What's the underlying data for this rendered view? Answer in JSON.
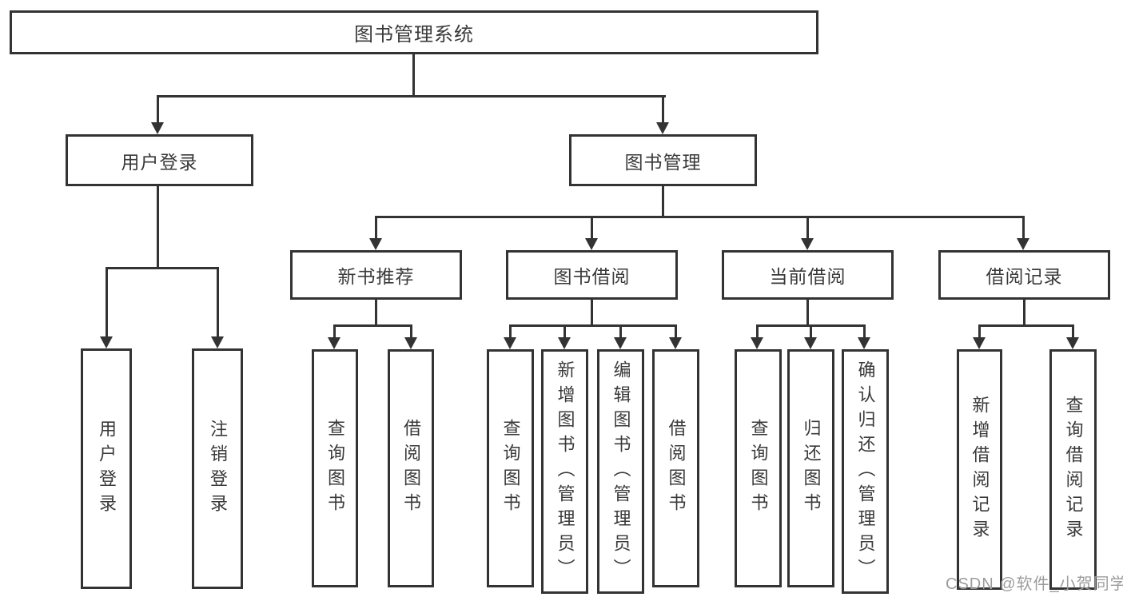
{
  "diagram_title": "图书管理系统",
  "nodes": {
    "root": "图书管理系统",
    "user_login": "用户登录",
    "book_mgmt": "图书管理",
    "new_books": "新书推荐",
    "book_borrow": "图书借阅",
    "current_borrow": "当前借阅",
    "borrow_records": "借阅记录",
    "leaf_user_login": "用户登录",
    "leaf_logout": "注销登录",
    "leaf_nb_query": "查询图书",
    "leaf_nb_borrow": "借阅图书",
    "leaf_bb_query": "查询图书",
    "leaf_bb_add": "新增图书（管理员）",
    "leaf_bb_edit": "编辑图书（管理员）",
    "leaf_bb_borrow": "借阅图书",
    "leaf_cb_query": "查询图书",
    "leaf_cb_return": "归还图书",
    "leaf_cb_confirm": "确认归还（管理员）",
    "leaf_br_add": "新增借阅记录",
    "leaf_br_query": "查询借阅记录"
  },
  "hierarchy": {
    "图书管理系统": {
      "用户登录": [
        "用户登录",
        "注销登录"
      ],
      "图书管理": {
        "新书推荐": [
          "查询图书",
          "借阅图书"
        ],
        "图书借阅": [
          "查询图书",
          "新增图书（管理员）",
          "编辑图书（管理员）",
          "借阅图书"
        ],
        "当前借阅": [
          "查询图书",
          "归还图书",
          "确认归还（管理员）"
        ],
        "借阅记录": [
          "新增借阅记录",
          "查询借阅记录"
        ]
      }
    }
  },
  "watermark": "CSDN @软件_小贺同学",
  "colors": {
    "line": "#333333",
    "text": "#3a3a3a",
    "watermark": "#9c9c9c",
    "background": "#ffffff"
  }
}
